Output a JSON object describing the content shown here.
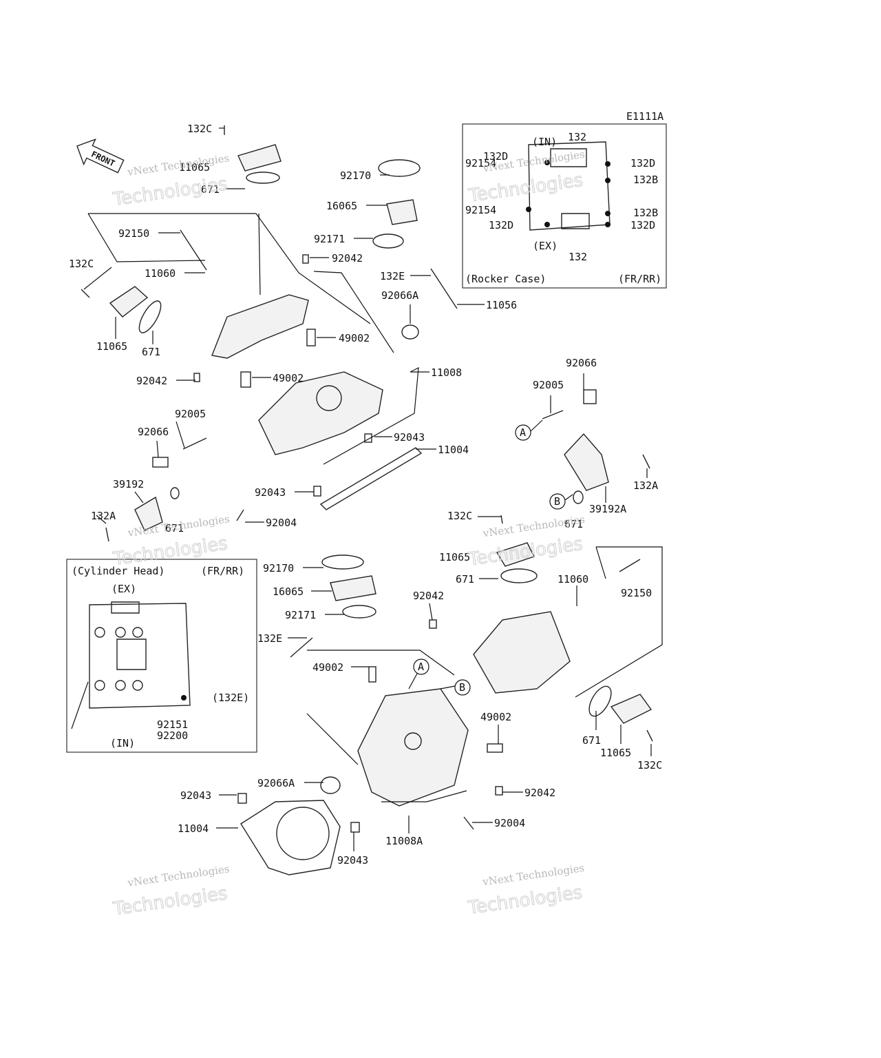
{
  "figure_code": "E1111A",
  "front_label": "FRONT",
  "watermark": {
    "line1": "vNext Technologies",
    "line2": "Technologies"
  },
  "rocker_case_inset": {
    "title": "(Rocker Case)",
    "variant": "(FR/RR)",
    "in_label": "(IN)",
    "ex_label": "(EX)",
    "labels": [
      "132",
      "132D",
      "132D",
      "132B",
      "92154",
      "92154",
      "132B",
      "132D",
      "132D",
      "132"
    ]
  },
  "cylinder_head_inset": {
    "title": "(Cylinder Head)",
    "variant": "(FR/RR)",
    "ex_label": "(EX)",
    "in_label": "(IN)",
    "labels": [
      "(132E)",
      "92151",
      "92200"
    ]
  },
  "callouts": {
    "a": "A",
    "b": "B"
  },
  "part_labels": [
    "132C",
    "11065",
    "671",
    "92150",
    "11060",
    "132C",
    "11065",
    "671",
    "92170",
    "16065",
    "92171",
    "92042",
    "132E",
    "92066A",
    "11056",
    "49002",
    "11008",
    "92042",
    "49002",
    "92005",
    "92066",
    "92043",
    "11004",
    "39192",
    "92043",
    "92004",
    "132A",
    "671",
    "92066",
    "92005",
    "132A",
    "39192A",
    "671",
    "132C",
    "11065",
    "671",
    "11060",
    "92150",
    "92170",
    "16065",
    "92171",
    "92042",
    "132E",
    "49002",
    "49002",
    "671",
    "11065",
    "132C",
    "92066A",
    "92042",
    "92043",
    "11004",
    "92004",
    "11008A",
    "92043"
  ]
}
